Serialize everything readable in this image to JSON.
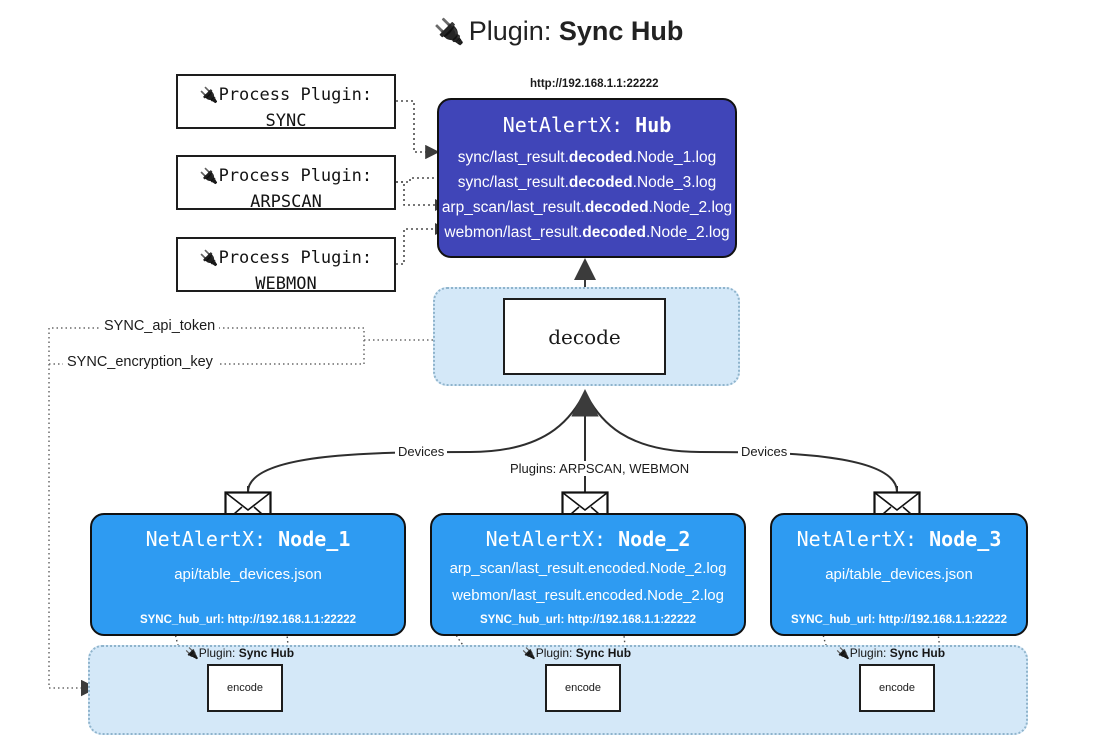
{
  "header": {
    "plug_icon": "plug-icon",
    "label": "Plugin:",
    "value": "Sync Hub"
  },
  "process_plugins": [
    {
      "label": "Process Plugin:",
      "name": "SYNC"
    },
    {
      "label": "Process Plugin:",
      "name": "ARPSCAN"
    },
    {
      "label": "Process Plugin:",
      "name": "WEBMON"
    }
  ],
  "hub": {
    "url": "http://192.168.1.1:22222",
    "title_label": "NetAlertX:",
    "title_value": "Hub",
    "logs": [
      {
        "pre": "sync/last_result.",
        "mid": "decoded",
        "post": ".Node_1.log"
      },
      {
        "pre": "sync/last_result.",
        "mid": "decoded",
        "post": ".Node_3.log"
      },
      {
        "pre": "arp_scan/last_result.",
        "mid": "decoded",
        "post": ".Node_2.log"
      },
      {
        "pre": "webmon/last_result.",
        "mid": "decoded",
        "post": ".Node_2.log"
      }
    ]
  },
  "decode": {
    "label": "decode"
  },
  "settings": {
    "api_token": "SYNC_api_token",
    "encryption_key": "SYNC_encryption_key"
  },
  "edges": {
    "devices_left": "Devices",
    "devices_right": "Devices",
    "plugins_center": "Plugins: ARPSCAN, WEBMON"
  },
  "nodes": [
    {
      "title_label": "NetAlertX:",
      "title_value": "Node_1",
      "rows": [
        "api/table_devices.json"
      ],
      "hub_url_label": "SYNC_hub_url:",
      "hub_url": "http://192.168.1.1:22222"
    },
    {
      "title_label": "NetAlertX:",
      "title_value": "Node_2",
      "rows": [
        "arp_scan/last_result.encoded.Node_2.log",
        "webmon/last_result.encoded.Node_2.log"
      ],
      "hub_url_label": "SYNC_hub_url:",
      "hub_url": "http://192.168.1.1:22222"
    },
    {
      "title_label": "NetAlertX:",
      "title_value": "Node_3",
      "rows": [
        "api/table_devices.json"
      ],
      "hub_url_label": "SYNC_hub_url:",
      "hub_url": "http://192.168.1.1:22222"
    }
  ],
  "encoders": [
    {
      "caption_label": "Plugin:",
      "caption_value": "Sync Hub",
      "box_label": "encode"
    },
    {
      "caption_label": "Plugin:",
      "caption_value": "Sync Hub",
      "box_label": "encode"
    },
    {
      "caption_label": "Plugin:",
      "caption_value": "Sync Hub",
      "box_label": "encode"
    }
  ],
  "colors": {
    "hub_fill": "#4045b8",
    "node_fill": "#2e9bf2",
    "container_fill": "#d4e8f8",
    "container_border": "#8fb4cc",
    "stroke": "#1d1d1d"
  }
}
